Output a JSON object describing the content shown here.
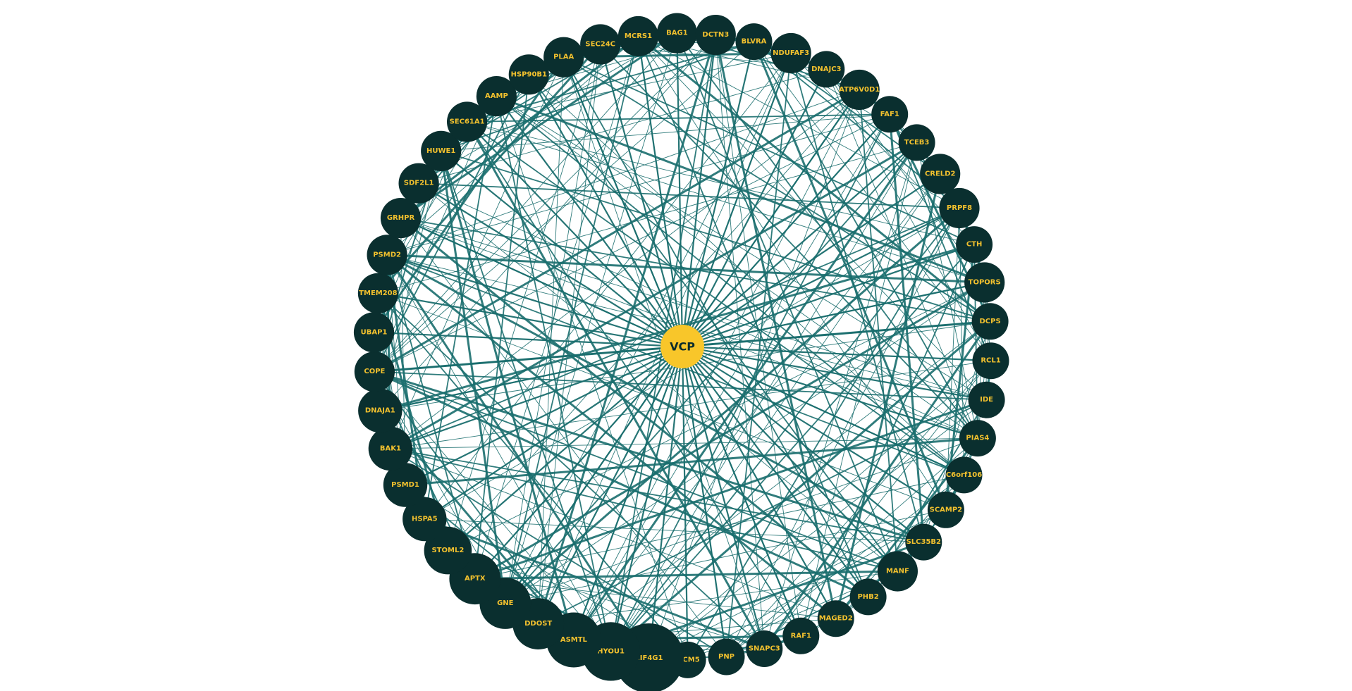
{
  "colors": {
    "node_fill": "#0a2f2f",
    "node_label": "#f2c12e",
    "hub_fill": "#f8c62a",
    "hub_label": "#0a2c2c",
    "edge": "#1a6e6e",
    "background": "#ffffff"
  },
  "network": {
    "hub": {
      "label": "VCP"
    },
    "nodes": [
      {
        "label": "BAG1",
        "degree": 11
      },
      {
        "label": "DCTN3",
        "degree": 11
      },
      {
        "label": "BLVRA",
        "degree": 10
      },
      {
        "label": "NDUFAF3",
        "degree": 11
      },
      {
        "label": "DNAJC3",
        "degree": 10
      },
      {
        "label": "ATP6V0D1",
        "degree": 11
      },
      {
        "label": "FAF1",
        "degree": 10
      },
      {
        "label": "TCEB3",
        "degree": 10
      },
      {
        "label": "CRELD2",
        "degree": 11
      },
      {
        "label": "PRPF8",
        "degree": 11
      },
      {
        "label": "CTH",
        "degree": 10
      },
      {
        "label": "TOPORS",
        "degree": 11
      },
      {
        "label": "DCPS",
        "degree": 10
      },
      {
        "label": "RCL1",
        "degree": 10
      },
      {
        "label": "IDE",
        "degree": 10
      },
      {
        "label": "PIAS4",
        "degree": 10
      },
      {
        "label": "C6orf106",
        "degree": 10
      },
      {
        "label": "SCAMP2",
        "degree": 10
      },
      {
        "label": "SLC35B2",
        "degree": 10
      },
      {
        "label": "MANF",
        "degree": 11
      },
      {
        "label": "PHB2",
        "degree": 10
      },
      {
        "label": "MAGED2",
        "degree": 10
      },
      {
        "label": "RAF1",
        "degree": 10
      },
      {
        "label": "SNAPC3",
        "degree": 10
      },
      {
        "label": "PNP",
        "degree": 10
      },
      {
        "label": "MCM5",
        "degree": 10
      },
      {
        "label": "EIF4G1",
        "degree": 19
      },
      {
        "label": "HYOU1",
        "degree": 16
      },
      {
        "label": "ASMTL",
        "degree": 15
      },
      {
        "label": "DDOST",
        "degree": 14
      },
      {
        "label": "GNE",
        "degree": 14
      },
      {
        "label": "APTX",
        "degree": 14
      },
      {
        "label": "STOML2",
        "degree": 13
      },
      {
        "label": "HSPA5",
        "degree": 12
      },
      {
        "label": "PSMD1",
        "degree": 12
      },
      {
        "label": "BAK1",
        "degree": 12
      },
      {
        "label": "DNAJA1",
        "degree": 12
      },
      {
        "label": "COPE",
        "degree": 11
      },
      {
        "label": "UBAP1",
        "degree": 11
      },
      {
        "label": "TMEM208",
        "degree": 11
      },
      {
        "label": "PSMD2",
        "degree": 11
      },
      {
        "label": "GRHPR",
        "degree": 11
      },
      {
        "label": "SDF2L1",
        "degree": 11
      },
      {
        "label": "HUWE1",
        "degree": 11
      },
      {
        "label": "SEC61A1",
        "degree": 11
      },
      {
        "label": "AAMP",
        "degree": 11
      },
      {
        "label": "HSP90B1",
        "degree": 11
      },
      {
        "label": "PLAA",
        "degree": 11
      },
      {
        "label": "SEC24C",
        "degree": 11
      },
      {
        "label": "MCRS1",
        "degree": 11
      }
    ]
  }
}
